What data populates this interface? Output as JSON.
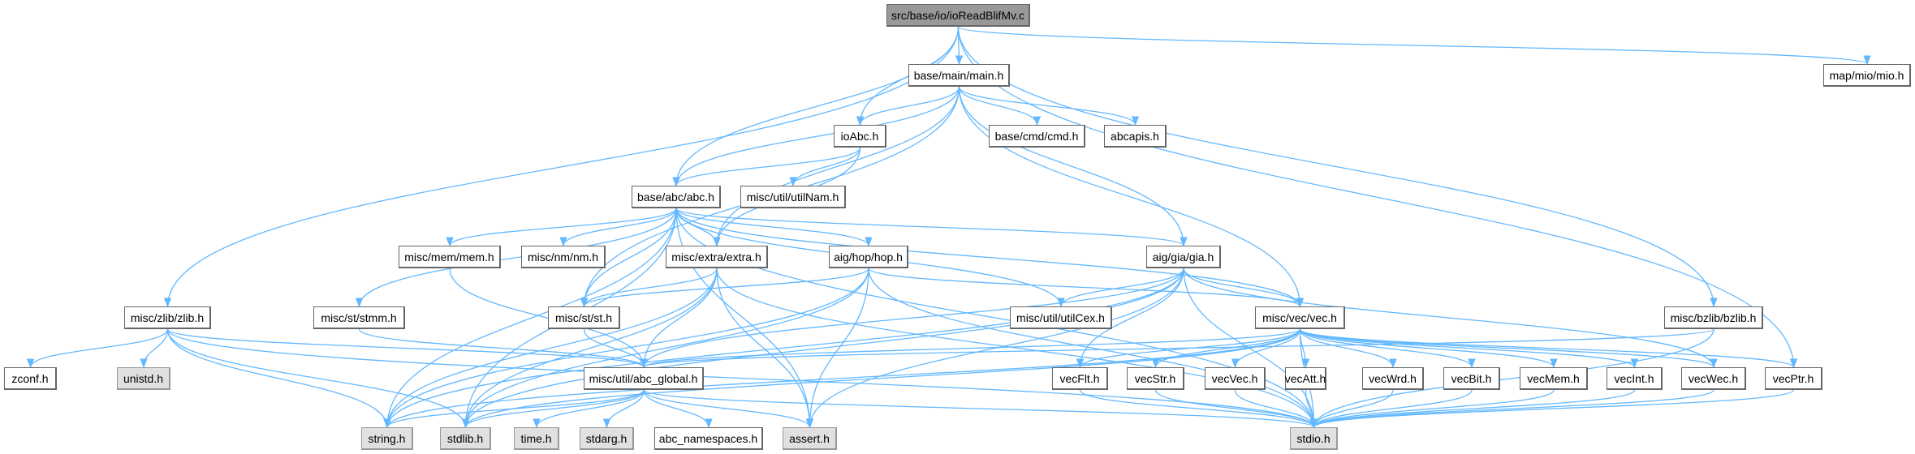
{
  "graph": {
    "title": "src/base/io/ioReadBlifMv.c",
    "colors": {
      "edge": "#63b8ff",
      "root_fill": "#999999",
      "system_fill": "#e0e0e0",
      "node_fill": "#ffffff"
    },
    "nodes": {
      "root": "src/base/io/ioReadBlifMv.c",
      "main": "base/main/main.h",
      "mio": "map/mio/mio.h",
      "ioAbc": "ioAbc.h",
      "cmd": "base/cmd/cmd.h",
      "abcapis": "abcapis.h",
      "abc": "base/abc/abc.h",
      "utilNam": "misc/util/utilNam.h",
      "mem": "misc/mem/mem.h",
      "nm": "misc/nm/nm.h",
      "extra": "misc/extra/extra.h",
      "hop": "aig/hop/hop.h",
      "gia": "aig/gia/gia.h",
      "zlib": "misc/zlib/zlib.h",
      "stmm": "misc/st/stmm.h",
      "st": "misc/st/st.h",
      "utilCex": "misc/util/utilCex.h",
      "vec": "misc/vec/vec.h",
      "bzlib": "misc/bzlib/bzlib.h",
      "zconf": "zconf.h",
      "unistd": "unistd.h",
      "abc_global": "misc/util/abc_global.h",
      "vecFlt": "vecFlt.h",
      "vecStr": "vecStr.h",
      "vecVec": "vecVec.h",
      "vecAtt": "vecAtt.h",
      "vecWrd": "vecWrd.h",
      "vecBit": "vecBit.h",
      "vecMem": "vecMem.h",
      "vecInt": "vecInt.h",
      "vecWec": "vecWec.h",
      "vecPtr": "vecPtr.h",
      "string": "string.h",
      "stdlib": "stdlib.h",
      "time": "time.h",
      "stdarg": "stdarg.h",
      "abc_namespaces": "abc_namespaces.h",
      "assert": "assert.h",
      "stdio": "stdio.h"
    },
    "system_headers": [
      "unistd",
      "string",
      "stdlib",
      "time",
      "stdarg",
      "assert",
      "stdio"
    ],
    "edges": [
      [
        "root",
        "main"
      ],
      [
        "root",
        "mio"
      ],
      [
        "root",
        "ioAbc"
      ],
      [
        "root",
        "abc"
      ],
      [
        "root",
        "zlib"
      ],
      [
        "root",
        "bzlib"
      ],
      [
        "root",
        "vecPtr"
      ],
      [
        "main",
        "abc"
      ],
      [
        "main",
        "ioAbc"
      ],
      [
        "main",
        "cmd"
      ],
      [
        "main",
        "abcapis"
      ],
      [
        "main",
        "gia"
      ],
      [
        "main",
        "vec"
      ],
      [
        "main",
        "extra"
      ],
      [
        "main",
        "st"
      ],
      [
        "ioAbc",
        "abc"
      ],
      [
        "ioAbc",
        "utilNam"
      ],
      [
        "ioAbc",
        "extra"
      ],
      [
        "abc",
        "mem"
      ],
      [
        "abc",
        "nm"
      ],
      [
        "abc",
        "extra"
      ],
      [
        "abc",
        "hop"
      ],
      [
        "abc",
        "gia"
      ],
      [
        "abc",
        "stmm"
      ],
      [
        "abc",
        "st"
      ],
      [
        "abc",
        "utilCex"
      ],
      [
        "abc",
        "vec"
      ],
      [
        "abc",
        "string"
      ],
      [
        "abc",
        "stdlib"
      ],
      [
        "abc",
        "stdio"
      ],
      [
        "abc",
        "assert"
      ],
      [
        "extra",
        "st"
      ],
      [
        "extra",
        "string"
      ],
      [
        "extra",
        "stdlib"
      ],
      [
        "extra",
        "assert"
      ],
      [
        "extra",
        "stdio"
      ],
      [
        "extra",
        "abc_global"
      ],
      [
        "hop",
        "st"
      ],
      [
        "hop",
        "string"
      ],
      [
        "hop",
        "stdlib"
      ],
      [
        "hop",
        "assert"
      ],
      [
        "hop",
        "stdio"
      ],
      [
        "hop",
        "vec"
      ],
      [
        "gia",
        "utilCex"
      ],
      [
        "gia",
        "vec"
      ],
      [
        "gia",
        "string"
      ],
      [
        "gia",
        "stdlib"
      ],
      [
        "gia",
        "abc_global"
      ],
      [
        "gia",
        "assert"
      ],
      [
        "gia",
        "stdio"
      ],
      [
        "gia",
        "vecWec"
      ],
      [
        "gia",
        "vecFlt"
      ],
      [
        "zlib",
        "zconf"
      ],
      [
        "zlib",
        "unistd"
      ],
      [
        "zlib",
        "string"
      ],
      [
        "zlib",
        "stdlib"
      ],
      [
        "zlib",
        "abc_global"
      ],
      [
        "zlib",
        "stdio"
      ],
      [
        "stmm",
        "abc_global"
      ],
      [
        "mem",
        "abc_global"
      ],
      [
        "st",
        "abc_global"
      ],
      [
        "abc_global",
        "string"
      ],
      [
        "abc_global",
        "stdlib"
      ],
      [
        "abc_global",
        "time"
      ],
      [
        "abc_global",
        "stdarg"
      ],
      [
        "abc_global",
        "abc_namespaces"
      ],
      [
        "abc_global",
        "assert"
      ],
      [
        "abc_global",
        "stdio"
      ],
      [
        "vec",
        "vecFlt"
      ],
      [
        "vec",
        "vecStr"
      ],
      [
        "vec",
        "vecVec"
      ],
      [
        "vec",
        "vecAtt"
      ],
      [
        "vec",
        "vecWrd"
      ],
      [
        "vec",
        "vecBit"
      ],
      [
        "vec",
        "vecMem"
      ],
      [
        "vec",
        "vecInt"
      ],
      [
        "vec",
        "vecWec"
      ],
      [
        "vec",
        "vecPtr"
      ],
      [
        "vec",
        "abc_global"
      ],
      [
        "vec",
        "stdio"
      ],
      [
        "vec",
        "stdlib"
      ],
      [
        "vec",
        "string"
      ],
      [
        "vecFlt",
        "stdio"
      ],
      [
        "vecStr",
        "stdio"
      ],
      [
        "vecVec",
        "stdio"
      ],
      [
        "vecAtt",
        "stdio"
      ],
      [
        "vecWrd",
        "stdio"
      ],
      [
        "vecBit",
        "stdio"
      ],
      [
        "vecMem",
        "stdio"
      ],
      [
        "vecInt",
        "stdio"
      ],
      [
        "vecWec",
        "stdio"
      ],
      [
        "vecPtr",
        "stdio"
      ],
      [
        "bzlib",
        "abc_global"
      ],
      [
        "bzlib",
        "stdio"
      ]
    ]
  }
}
